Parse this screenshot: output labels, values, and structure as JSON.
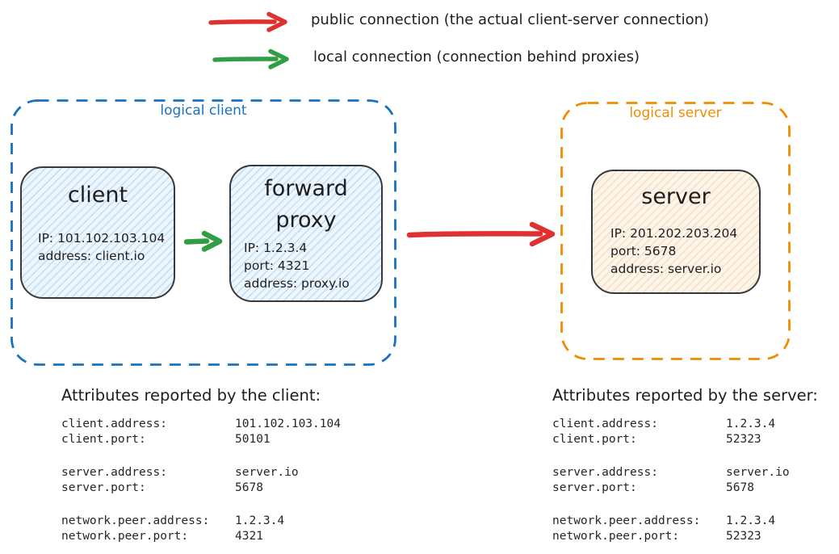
{
  "colors": {
    "red": "#e03131",
    "green": "#2f9e44",
    "blue": "#1971c2",
    "orange": "#f08c00",
    "ink": "#1e1e1e"
  },
  "legend": {
    "public": {
      "label": "public connection (the actual client-server connection)"
    },
    "local": {
      "label": "local connection (connection behind proxies)"
    }
  },
  "diagram": {
    "logical_client": {
      "label": "logical client",
      "client": {
        "title": "client",
        "lines": [
          "IP: 101.102.103.104",
          "address: client.io"
        ]
      },
      "forward_proxy": {
        "title": "forward proxy",
        "lines": [
          "IP: 1.2.3.4",
          "port: 4321",
          "address: proxy.io"
        ]
      }
    },
    "logical_server": {
      "label": "logical server",
      "server": {
        "title": "server",
        "lines": [
          "IP: 201.202.203.204",
          "port: 5678",
          "address: server.io"
        ]
      }
    }
  },
  "attributes": {
    "client": {
      "heading": "Attributes reported by the client:",
      "groups": [
        {
          "rows": [
            {
              "key": "client.address:",
              "value": "101.102.103.104"
            },
            {
              "key": "client.port:",
              "value": "50101"
            }
          ]
        },
        {
          "rows": [
            {
              "key": "server.address:",
              "value": "server.io"
            },
            {
              "key": "server.port:",
              "value": "5678"
            }
          ]
        },
        {
          "rows": [
            {
              "key": "network.peer.address:",
              "value": "1.2.3.4"
            },
            {
              "key": "network.peer.port:",
              "value": "4321"
            }
          ]
        }
      ]
    },
    "server": {
      "heading": "Attributes reported by the server:",
      "groups": [
        {
          "rows": [
            {
              "key": "client.address:",
              "value": "1.2.3.4"
            },
            {
              "key": "client.port:",
              "value": "52323"
            }
          ]
        },
        {
          "rows": [
            {
              "key": "server.address:",
              "value": "server.io"
            },
            {
              "key": "server.port:",
              "value": "5678"
            }
          ]
        },
        {
          "rows": [
            {
              "key": "network.peer.address:",
              "value": "1.2.3.4"
            },
            {
              "key": "network.peer.port:",
              "value": "52323"
            }
          ]
        }
      ]
    }
  }
}
